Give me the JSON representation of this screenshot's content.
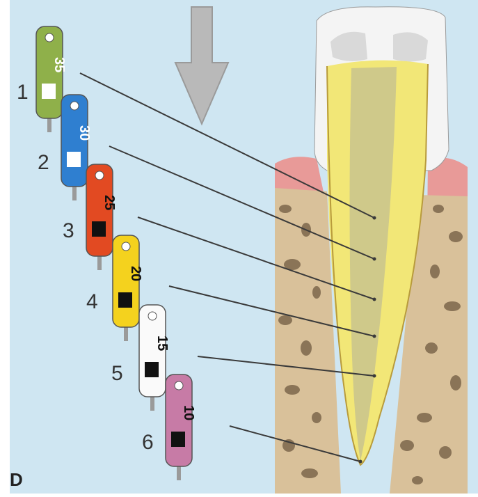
{
  "panel_letter": "D",
  "colors": {
    "background": "#cfe6f2",
    "arrow": "#b9b9b9",
    "enamel": "#f4f4f4",
    "gum": "#e89a98",
    "bone": "#d9c19a",
    "bone_spots": "#8a7457",
    "root": "#f2e777",
    "canal": "#cfc98a",
    "pointer_line": "#3a3a3a"
  },
  "files": [
    {
      "step": "1",
      "size": "35",
      "color": "#8fb04a"
    },
    {
      "step": "2",
      "size": "30",
      "color": "#2f7fd0"
    },
    {
      "step": "3",
      "size": "25",
      "color": "#e24a22"
    },
    {
      "step": "4",
      "size": "20",
      "color": "#f4d21e"
    },
    {
      "step": "5",
      "size": "15",
      "color": "#fafafa"
    },
    {
      "step": "6",
      "size": "10",
      "color": "#c77ba6"
    }
  ],
  "icons": {
    "direction": "down-arrow-icon"
  }
}
